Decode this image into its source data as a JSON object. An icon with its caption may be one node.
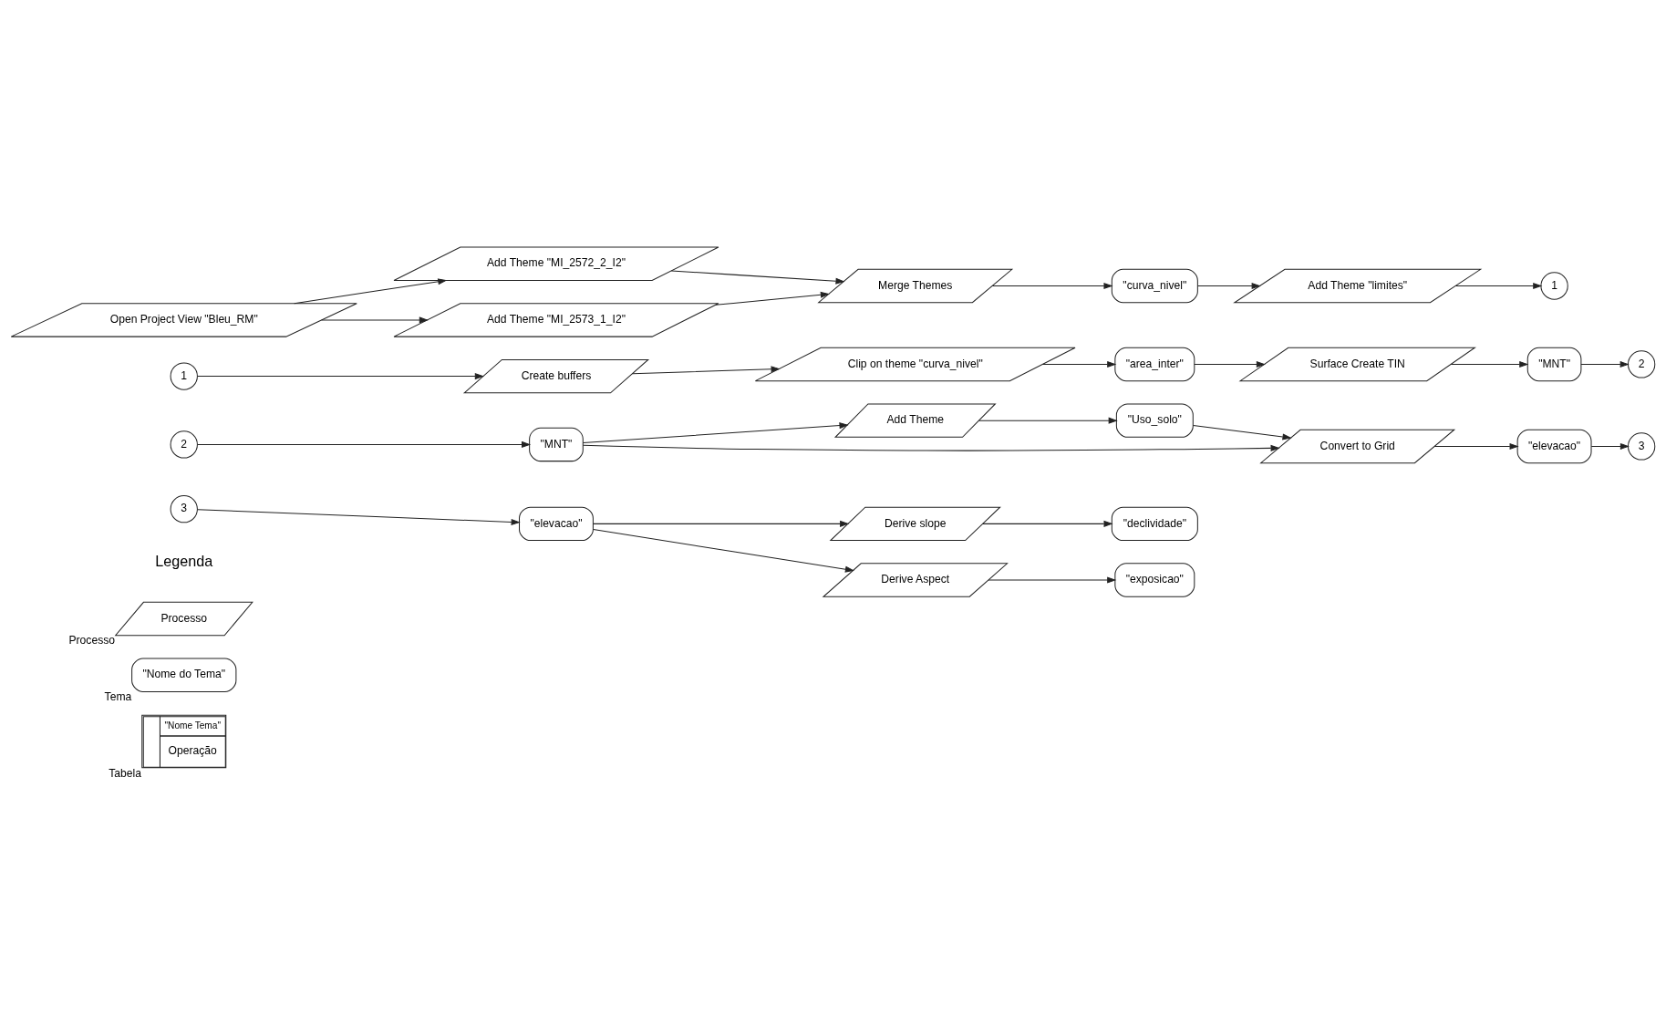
{
  "diagram": {
    "nodes": [
      {
        "text": [
          "Open Project View \"Bleu_RM\""
        ]
      },
      {
        "text": [
          "Add Theme \"MI_2572_2_I2\""
        ]
      },
      {
        "text": [
          "Add Theme \"MI_2573_1_I2\""
        ]
      },
      {
        "text": [
          "Merge Themes"
        ]
      },
      {
        "text": [
          "\"curva_nivel\""
        ]
      },
      {
        "text": [
          "Add Theme \"limites\""
        ]
      },
      {
        "text": [
          "1"
        ]
      },
      {
        "text": [
          "1"
        ]
      },
      {
        "text": [
          "Create buffers"
        ]
      },
      {
        "text": [
          "Clip on theme \"curva_nivel\""
        ]
      },
      {
        "text": [
          "\"area_inter\""
        ]
      },
      {
        "text": [
          "Surface Create TIN"
        ]
      },
      {
        "text": [
          "\"MNT\""
        ]
      },
      {
        "text": [
          "2"
        ]
      },
      {
        "text": [
          "2"
        ]
      },
      {
        "text": [
          "\"MNT\""
        ]
      },
      {
        "text": [
          "Add Theme"
        ]
      },
      {
        "text": [
          "\"Uso_solo\""
        ]
      },
      {
        "text": [
          "Convert to Grid"
        ]
      },
      {
        "text": [
          "\"elevacao\""
        ]
      },
      {
        "text": [
          "3"
        ]
      },
      {
        "text": [
          "3"
        ]
      },
      {
        "text": [
          "\"elevacao\""
        ]
      },
      {
        "text": [
          "Derive slope"
        ]
      },
      {
        "text": [
          "\"declividade\""
        ]
      },
      {
        "text": [
          "Derive Aspect"
        ]
      },
      {
        "text": [
          "\"exposicao\""
        ]
      },
      {
        "text": [
          "Processo"
        ],
        "beside": [
          "Processo"
        ]
      },
      {
        "text": [
          "\"Nome do Tema\""
        ],
        "beside": [
          "Tema"
        ]
      },
      {
        "text": [
          "\"Nome Tema\"",
          "Operação"
        ],
        "beside": [
          "Tabela"
        ]
      }
    ],
    "edges": [
      {
        "from": 0,
        "to": 1,
        "arrow": "to"
      },
      {
        "from": 0,
        "to": 2,
        "arrow": "to"
      },
      {
        "from": 1,
        "to": 3,
        "arrow": "to"
      },
      {
        "from": 2,
        "to": 3,
        "arrow": "to"
      },
      {
        "from": 3,
        "to": 4,
        "arrow": "to"
      },
      {
        "from": 4,
        "to": 5,
        "arrow": "to"
      },
      {
        "from": 5,
        "to": 6,
        "arrow": "to"
      },
      {
        "from": 7,
        "to": 8,
        "arrow": "to"
      },
      {
        "from": 8,
        "to": 9,
        "arrow": "to"
      },
      {
        "from": 9,
        "to": 10,
        "arrow": "to"
      },
      {
        "from": 10,
        "to": 11,
        "arrow": "to"
      },
      {
        "from": 11,
        "to": 12,
        "arrow": "to"
      },
      {
        "from": 12,
        "to": 13,
        "arrow": "to"
      },
      {
        "from": 14,
        "to": 15,
        "arrow": "to"
      },
      {
        "from": 15,
        "to": 16,
        "arrow": "to"
      },
      {
        "from": 16,
        "to": 17,
        "arrow": "to"
      },
      {
        "from": 17,
        "to": 18,
        "arrow": "to"
      },
      {
        "from": 15,
        "to": 18,
        "arrow": "to"
      },
      {
        "from": 18,
        "to": 19,
        "arrow": "to"
      },
      {
        "from": 19,
        "to": 20,
        "arrow": "to"
      },
      {
        "from": 21,
        "to": 22,
        "arrow": "to"
      },
      {
        "from": 22,
        "to": 23,
        "arrow": "to"
      },
      {
        "from": 22,
        "to": 25,
        "arrow": "to"
      },
      {
        "from": 23,
        "to": 24,
        "arrow": "to"
      },
      {
        "from": 25,
        "to": 26,
        "arrow": "to"
      }
    ],
    "labels": [
      "Legenda"
    ]
  }
}
